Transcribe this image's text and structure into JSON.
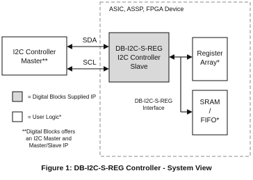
{
  "device_boundary": {
    "label": "ASIC, ASSP, FPGA Device"
  },
  "blocks": {
    "i2c_master": {
      "lines": [
        "I2C Controller",
        "Master**"
      ],
      "fill": "#ffffff"
    },
    "core": {
      "lines": [
        "DB-I2C-S-REG",
        "I2C Controller",
        "Slave"
      ],
      "fill": "#d9d9d9"
    },
    "register_array": {
      "lines": [
        "Register",
        "Array*"
      ],
      "fill": "#ffffff"
    },
    "sram_fifo": {
      "lines": [
        "SRAM",
        "/",
        "FIFO*"
      ],
      "fill": "#ffffff"
    }
  },
  "signals": {
    "sda": "SDA",
    "scl": "SCL"
  },
  "interface_label": {
    "lines": [
      "DB-I2C-S-REG",
      "Interface"
    ]
  },
  "legend": {
    "supplied": {
      "label": "= Digital Blocks Supplied IP",
      "swatch_color": "#d9d9d9"
    },
    "user": {
      "label": "= User Logic*",
      "swatch_color": "#ffffff"
    }
  },
  "footnote": {
    "lines": [
      "**Digital Blocks offers",
      "an I2C Master and",
      "Master/Slave IP"
    ]
  },
  "caption": "Figure 1: DB-I2C-S-REG Controller - System View",
  "colors": {
    "line": "#111111",
    "dashed_border": "#8a8a8a",
    "supplied_fill": "#d9d9d9"
  }
}
